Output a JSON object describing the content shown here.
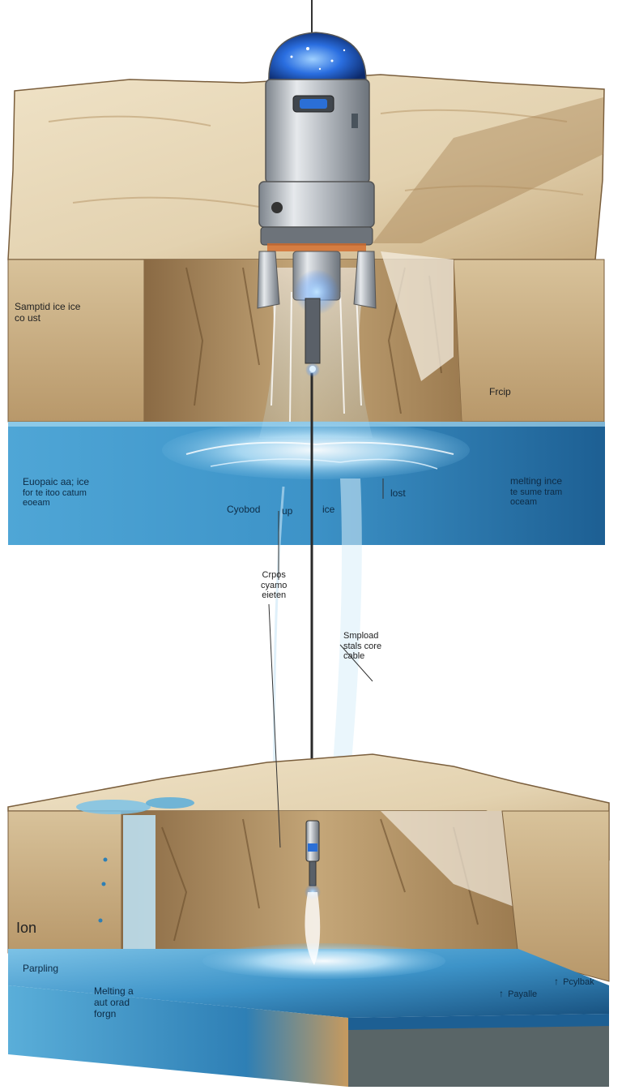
{
  "colors": {
    "rock_light": "#e3d2b0",
    "rock_mid": "#c9ae82",
    "rock_dark": "#8a6a44",
    "water_light": "#8ecbe8",
    "water_mid": "#3d93c8",
    "water_deep": "#1d5f93",
    "probe_body": "#b9bec4",
    "probe_glow": "#2a7bff",
    "background": "#ffffff"
  },
  "icons": [
    "cryobot-probe-icon",
    "tether-cable-icon",
    "small-probe-icon",
    "melt-plume-icon"
  ],
  "labels": {
    "sampling_ice_crust": [
      "Samptid ice ice",
      "co ust"
    ],
    "frcip": "Frcip",
    "europa_ice": [
      "Euopaic aa; ice",
      "for te itoo catum",
      "eoeam"
    ],
    "cyobod": "Cyobod",
    "up": "up",
    "ice": "ice",
    "lost": "lost",
    "melting_ice": [
      "melting ince",
      "te sume tram",
      "oceam"
    ],
    "cryos_station": [
      "Crpos",
      "cyamo",
      "eieten"
    ],
    "smpload_cable": [
      "Smpload",
      "stals core",
      "cable"
    ],
    "ion": "Ion",
    "parpling": "Parpling",
    "melting_a": [
      "Melting a",
      "aut orad",
      "forgn"
    ],
    "payalle": "Payalle",
    "pcylbak": "Pcylbak"
  }
}
